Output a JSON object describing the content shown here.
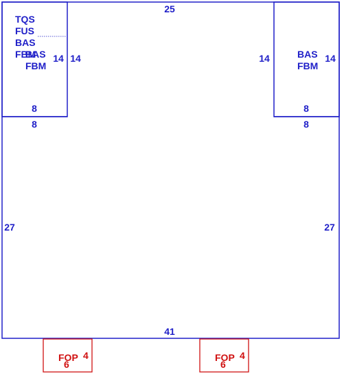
{
  "colors": {
    "wall_line": "#1f1fc8",
    "wall_text": "#1f1fc8",
    "footing_line": "#d01010",
    "footing_text": "#d01010",
    "background": "#ffffff"
  },
  "main_room": {
    "top_dim": "25",
    "bottom_dim": "41",
    "left_dim": "27",
    "right_dim": "27",
    "upper_left_dim": "8",
    "upper_right_dim": "8"
  },
  "left_box": {
    "codes": [
      "TQS",
      "FUS",
      "BAS",
      "FBM"
    ],
    "overlap_code": "BAS",
    "codes_lower": [
      "FBM"
    ],
    "inner_dim": "14",
    "outer_dim": "14",
    "bottom_dim": "8"
  },
  "right_box": {
    "codes": [
      "BAS",
      "FBM"
    ],
    "inner_dim": "14",
    "outer_dim": "14",
    "bottom_dim": "8"
  },
  "footings": [
    {
      "label": "FOP",
      "sup": "4",
      "sub": "6"
    },
    {
      "label": "FOP",
      "sup": "4",
      "sub": "6"
    }
  ]
}
